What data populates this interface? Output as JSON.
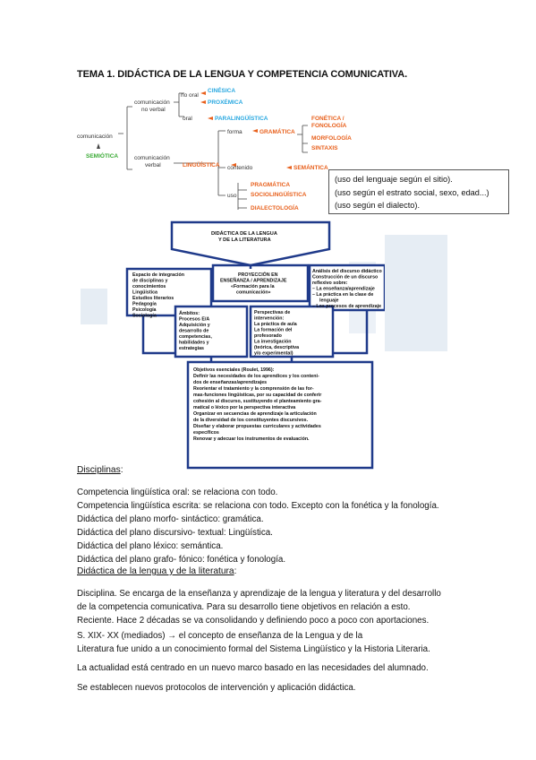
{
  "title": "TEMA 1. DIDÁCTICA DE LA LENGUA Y COMPETENCIA COMUNICATIVA.",
  "tree": {
    "root": "comunicación",
    "root_sub": "SEMIÓTICA",
    "nonverbal": [
      "comunicación",
      "no verbal"
    ],
    "no_oral": "no oral",
    "cinesica": "CINÉSICA",
    "proxemica": "PROXÉMICA",
    "oral": "oral",
    "paralinguistica": "PARALINGÜÍSTICA",
    "verbal": [
      "comunicación",
      "verbal"
    ],
    "linguistica": "LINGÜÍSTICA",
    "forma": "forma",
    "gramatica": "GRAMÁTICA",
    "fonetica": [
      "FONÉTICA /",
      "FONOLOGÍA"
    ],
    "morfologia": "MORFOLOGÍA",
    "sintaxis": "SINTAXIS",
    "contenido": "contenido",
    "semantica": "SEMÁNTICA",
    "uso": "uso",
    "pragmatica": "PRAGMÁTICA",
    "sociolinguistica": "SOCIOLINGÜÍSTICA",
    "dialectologia": "DIALECTOLOGÍA"
  },
  "notes": [
    "(uso del lenguaje según el sitio).",
    "(uso según el estrato social, sexo, edad...)",
    "(uso según el dialecto)."
  ],
  "diagram": {
    "top": [
      "DIDÁCTICA DE LA LENGUA",
      "Y DE LA LITERATURA"
    ],
    "left": [
      "Espacio de integración",
      "de disciplinas y",
      "conocimientos",
      "Lingüística",
      "Estudios literarios",
      "Pedagogía",
      "Psicología",
      "Sociología"
    ],
    "center": [
      "PROYECCIÓN EN",
      "ENSEÑANZA / APRENDIZAJE",
      "«Formación para la",
      "comunicación»"
    ],
    "right": [
      "Análisis del discurso didáctico",
      "Construcción de un discurso",
      "reflexivo sobre:",
      "– La enseñanza/aprendizaje",
      "– La práctica en la clase de",
      "lenguaje",
      "– Los procesos de aprendizaje"
    ],
    "ambitos": [
      "Ámbitos:",
      "Procesos E/A",
      "Adquisición y",
      "desarrollo de",
      "competencias,",
      "habilidades y",
      "estrategias"
    ],
    "perspectivas": [
      "Perspectivas de",
      "intervención:",
      "La práctica de aula",
      "La formación del",
      "profesorado",
      "La investigación",
      "(teórica, descriptiva",
      "y/o experimental)"
    ],
    "objetivos": [
      "Objetivos esenciales (Roulet, 1996):",
      "Definir las necesidades de los aprendices y los conteni-",
      "dos de enseñanzas/aprendizajes",
      "Reorientar el tratamiento y la comprensión de las for-",
      "mas-funciones lingüísticas, por su capacidad de conferir",
      "cohesión al discurso, sustituyendo el planteamiento gra-",
      "matical o léxico por la perspectiva interactiva",
      "Organizar en secuencias de aprendizaje la articulación",
      "de la diversidad de los constituyentes discursivos.",
      "Diseñar y elaborar propuestas curriculares y actividades",
      "específicos",
      "Renovar y adecuar los instrumentos de evaluación."
    ]
  },
  "disciplinas": {
    "heading": "Disciplinas",
    "colon": ":",
    "items": [
      "Competencia lingüística oral: se relaciona con todo.",
      "Competencia lingüística escrita: se relaciona con todo. Excepto con la fonética y la fonología.",
      "Didáctica del plano morfo- sintáctico: gramática.",
      "Didáctica del plano discursivo- textual: Lingüística.",
      "Didáctica del plano léxico: semántica.",
      "Didáctica del plano grafo- fónico: fonética y fonología."
    ]
  },
  "didactica": {
    "heading": "Didáctica de la lengua y de la literatura",
    "colon": ":",
    "p1": [
      "Disciplina. Se encarga de la enseñanza y aprendizaje de la lengua y literatura y del desarrollo",
      "de la competencia comunicativa. Para su desarrollo tiene objetivos en relación a esto.",
      "Reciente. Hace 2 décadas se va consolidando y definiendo poco a poco con aportaciones."
    ],
    "p2": [
      "S. XIX- XX (mediados) → el concepto de enseñanza de la Lengua y de la",
      "Literatura fue unido  a un conocimiento formal del Sistema Lingüístico y la Historia Literaria."
    ],
    "p3": "La actualidad está centrado en un nuevo marco basado en las necesidades del alumnado.",
    "p4": "Se establecen nuevos protocolos de intervención y aplicación didáctica."
  },
  "colors": {
    "cyan": "#29a8e0",
    "orange": "#e8601c",
    "green": "#3aaa35",
    "navy": "#1f3a8a"
  }
}
